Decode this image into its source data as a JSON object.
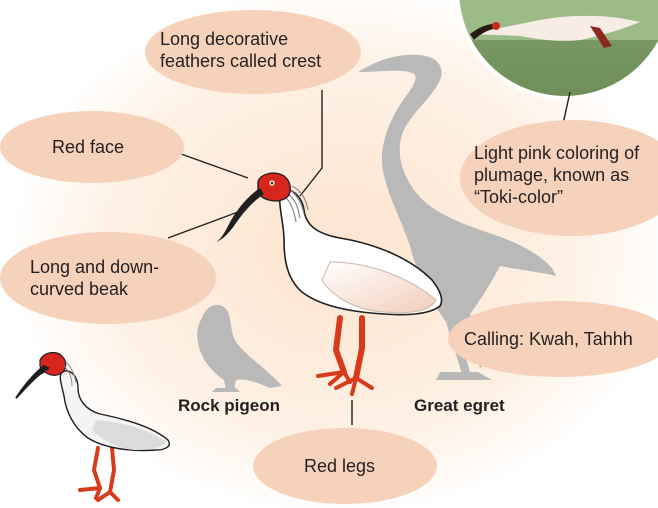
{
  "callouts": {
    "crest": "Long decorative feathers called crest",
    "face": "Red face",
    "beak": "Long and down-curved beak",
    "plumage": "Light pink coloring of plumage, known as “Toki-color”",
    "calling": "Calling: Kwah, Tahhh",
    "legs": "Red legs"
  },
  "captions": {
    "pigeon": "Rock pigeon",
    "egret": "Great egret"
  },
  "colors": {
    "callout_fill": "#f6d2bb",
    "glow": "#fdebd8",
    "silhouette": "#b9b9b9",
    "face_red": "#d7261e",
    "legs_red": "#d83a1c",
    "beak_black": "#1f1f1f",
    "plumage_pink": "#f7d6c6",
    "text": "#231f20"
  },
  "icons": [
    "crested-ibis-illustration",
    "great-egret-silhouette",
    "rock-pigeon-silhouette",
    "ibis-in-flight-photo",
    "ibis-small-illustration"
  ]
}
